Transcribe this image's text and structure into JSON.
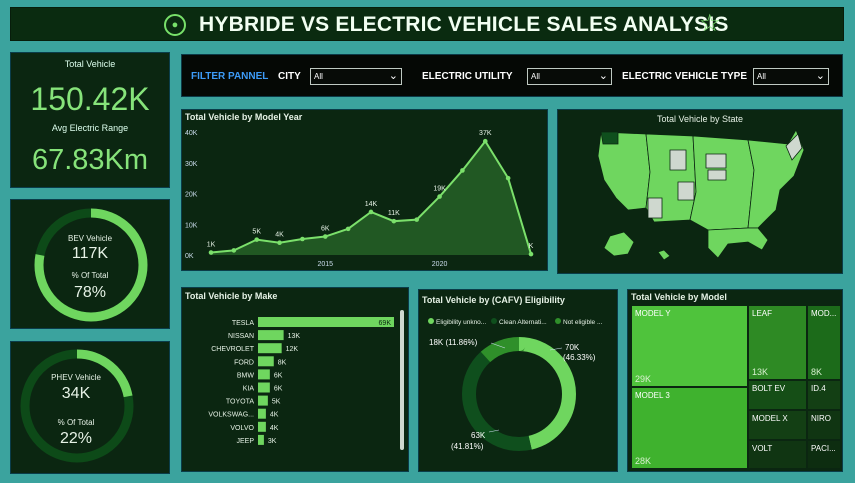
{
  "header": {
    "title": "HYBRIDE VS ELECTRIC VEHICLE SALES ANALYSIS",
    "icon": "car-icon",
    "star_icon": "star-icon"
  },
  "colors": {
    "accent": "#6fd65f",
    "panel": "#0b2611",
    "background": "#3ba39e",
    "filter_label": "#3d9bf7"
  },
  "kpi": {
    "total_label": "Total Vehicle",
    "total_value": "150.42K",
    "range_label": "Avg Electric Range",
    "range_value": "67.83Km"
  },
  "filters": {
    "label": "FILTER PANNEL",
    "city_label": "CITY",
    "city_value": "All",
    "utility_label": "ELECTRIC UTILITY",
    "utility_value": "All",
    "type_label": "ELECTRIC VEHICLE TYPE",
    "type_value": "All"
  },
  "bev": {
    "label": "BEV Vehicle",
    "value": "117K",
    "pct_label": "% Of Total",
    "pct_value": "78%",
    "fraction": 0.78
  },
  "phev": {
    "label": "PHEV Vehicle",
    "value": "34K",
    "pct_label": "% Of Total",
    "pct_value": "22%",
    "fraction": 0.22
  },
  "line_chart": {
    "title": "Total Vehicle by Model Year"
  },
  "state_map": {
    "title": "Total Vehicle by State"
  },
  "make_chart": {
    "title": "Total Vehicle by Make"
  },
  "cafv_chart": {
    "title": "Total Vehicle by (CAFV) Eligibility",
    "legend": [
      "Eligibility unkno...",
      "Clean Alternati...",
      "Not eligible ..."
    ],
    "label_a_value": "70K",
    "label_a_pct": "(46.33%)",
    "label_b_value": "63K",
    "label_b_pct": "(41.81%)",
    "label_c": "18K (11.86%)"
  },
  "model_chart": {
    "title": "Total Vehicle by Model"
  },
  "chart_data": [
    {
      "type": "line",
      "title": "Total Vehicle by Model Year",
      "x": [
        2010,
        2011,
        2012,
        2013,
        2014,
        2015,
        2016,
        2017,
        2018,
        2019,
        2020,
        2021,
        2022,
        2023,
        2024
      ],
      "values": [
        0.8,
        1.5,
        5,
        4,
        5.2,
        6,
        8.5,
        14,
        11,
        11.5,
        19,
        27.5,
        37,
        25,
        0.3
      ],
      "data_labels": [
        "1K",
        "",
        "5K",
        "4K",
        "",
        "6K",
        "",
        "14K",
        "11K",
        "",
        "19K",
        "",
        "37K",
        "",
        "K"
      ],
      "yticks": [
        "0K",
        "10K",
        "20K",
        "30K",
        "40K"
      ],
      "xticks": [
        "2015",
        "2020"
      ],
      "ylim": [
        0,
        40
      ]
    },
    {
      "type": "bar",
      "title": "Total Vehicle by Make",
      "categories": [
        "TESLA",
        "NISSAN",
        "CHEVROLET",
        "FORD",
        "BMW",
        "KIA",
        "TOYOTA",
        "VOLKSWAG...",
        "VOLVO",
        "JEEP"
      ],
      "values": [
        69,
        13,
        12,
        8,
        6,
        6,
        5,
        4,
        4,
        3
      ],
      "labels": [
        "69K",
        "13K",
        "12K",
        "8K",
        "6K",
        "6K",
        "5K",
        "4K",
        "4K",
        "3K"
      ]
    },
    {
      "type": "pie",
      "title": "Total Vehicle by (CAFV) Eligibility",
      "categories": [
        "Eligibility unkno...",
        "Clean Alternati...",
        "Not eligible ..."
      ],
      "values": [
        46.33,
        41.81,
        11.86
      ]
    },
    {
      "type": "table",
      "title": "Total Vehicle by Model",
      "items": [
        {
          "name": "MODEL Y",
          "value": "29K"
        },
        {
          "name": "MODEL 3",
          "value": "28K"
        },
        {
          "name": "LEAF",
          "value": "13K"
        },
        {
          "name": "MOD...",
          "value": "8K"
        },
        {
          "name": "BOLT EV",
          "value": ""
        },
        {
          "name": "ID.4",
          "value": ""
        },
        {
          "name": "MODEL X",
          "value": ""
        },
        {
          "name": "NIRO",
          "value": ""
        },
        {
          "name": "VOLT",
          "value": ""
        },
        {
          "name": "PACI...",
          "value": ""
        }
      ]
    }
  ]
}
